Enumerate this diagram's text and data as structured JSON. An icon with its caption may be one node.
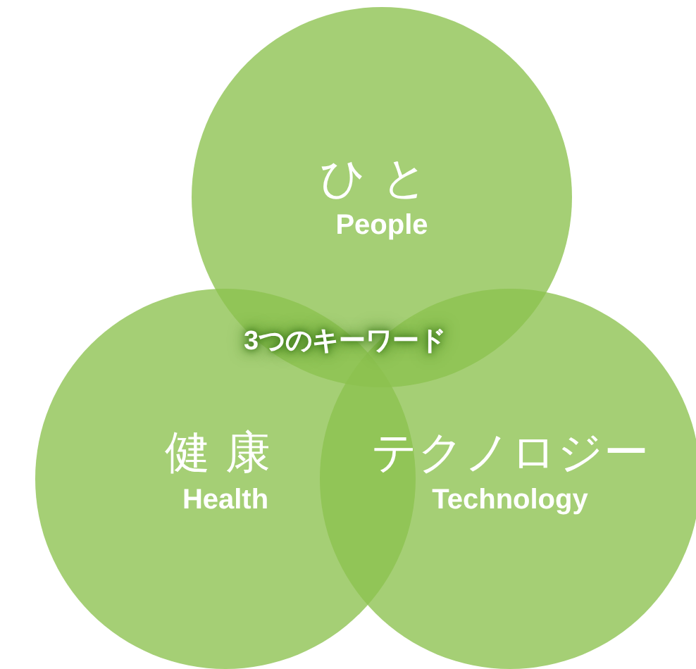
{
  "diagram": {
    "nodes": [
      {
        "text": [
          "ひと",
          "People"
        ]
      },
      {
        "text": [
          "健康",
          "Health"
        ]
      },
      {
        "text": [
          "テクノロジー",
          "Technology"
        ]
      }
    ],
    "edges": [],
    "labels": [
      "3つのキーワード"
    ]
  }
}
